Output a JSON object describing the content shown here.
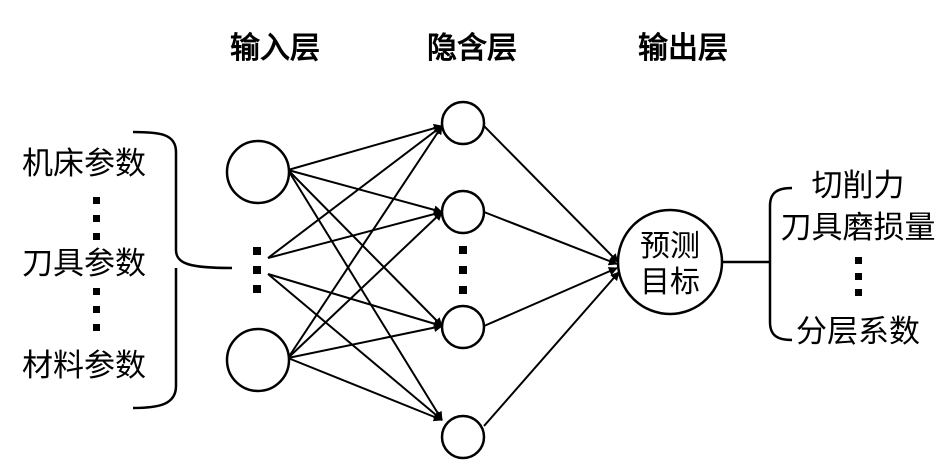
{
  "layers": {
    "input": "输入层",
    "hidden": "隐含层",
    "output": "输出层"
  },
  "inputs": {
    "machine": "机床参数",
    "tool": "刀具参数",
    "material": "材料参数"
  },
  "output_node": {
    "line1": "预测",
    "line2": "目标"
  },
  "targets": {
    "cutting_force": "切削力",
    "tool_wear": "刀具磨损量",
    "layer_coef": "分层系数"
  }
}
